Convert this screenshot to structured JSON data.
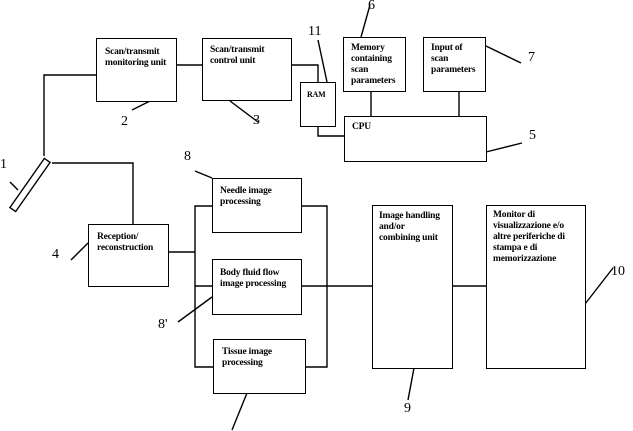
{
  "diagram": {
    "type": "block-diagram",
    "blocks": {
      "scan_monitor": {
        "ref": "2",
        "label": "Scan/transmit\nmonitoring unit"
      },
      "scan_control": {
        "ref": "3",
        "label": "Scan/transmit\ncontrol unit"
      },
      "ram": {
        "ref": "11",
        "label": "RAM"
      },
      "memory": {
        "ref": "6",
        "label": "Memory\ncontaining\nscan\nparameters"
      },
      "input": {
        "ref": "7",
        "label": "Input of\nscan\nparameters"
      },
      "cpu": {
        "ref": "5",
        "label": "CPU"
      },
      "transducer": {
        "ref": "1",
        "label": ""
      },
      "reception": {
        "ref": "4",
        "label": "Reception/\nreconstruction"
      },
      "needle": {
        "ref": "8",
        "label": "Needle image\nprocessing"
      },
      "body_fluid": {
        "ref": "8'",
        "label": "Body fluid flow\nimage processing"
      },
      "tissue": {
        "ref": "",
        "label": "Tissue image\nprocessing"
      },
      "image_handling": {
        "ref": "9",
        "label": "Image handling\nand/or\ncombining unit"
      },
      "monitor": {
        "ref": "10",
        "label": "Monitor di\nvisualizzazione e/o\naltre periferiche di\nstampa e di\nmemorizzazione"
      }
    },
    "connections": [
      [
        "transducer",
        "scan_monitor"
      ],
      [
        "scan_monitor",
        "scan_control"
      ],
      [
        "scan_control",
        "ram"
      ],
      [
        "ram",
        "cpu"
      ],
      [
        "memory",
        "cpu"
      ],
      [
        "input",
        "cpu"
      ],
      [
        "transducer",
        "reception"
      ],
      [
        "reception",
        "needle"
      ],
      [
        "reception",
        "body_fluid"
      ],
      [
        "reception",
        "tissue"
      ],
      [
        "needle",
        "image_handling"
      ],
      [
        "body_fluid",
        "image_handling"
      ],
      [
        "tissue",
        "image_handling"
      ],
      [
        "image_handling",
        "monitor"
      ]
    ]
  }
}
